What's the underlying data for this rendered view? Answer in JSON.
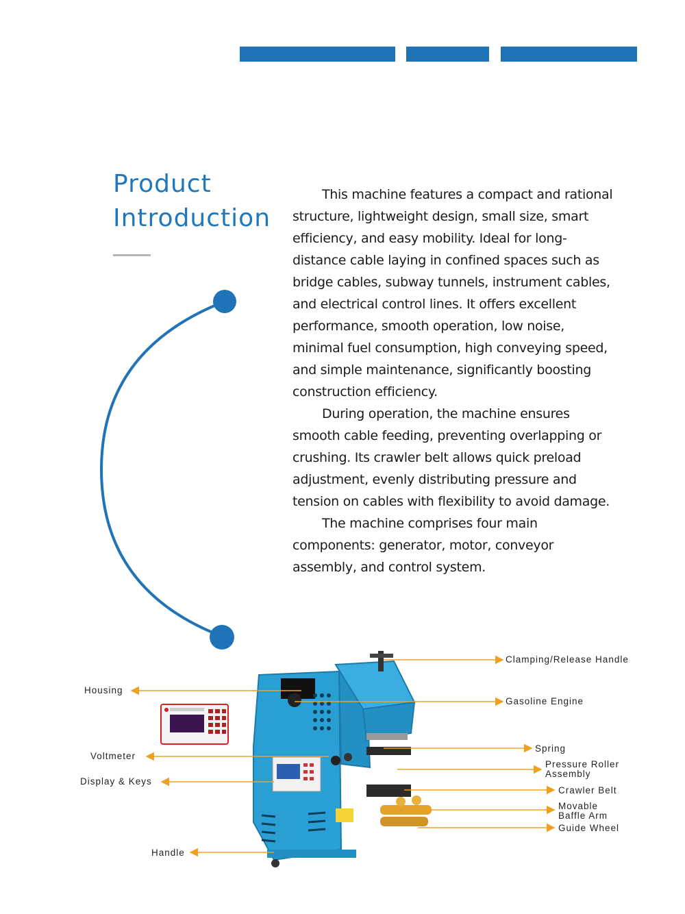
{
  "header": {
    "bar_color": "#1f73b6"
  },
  "title": {
    "line1": "Product",
    "line2": "Introduction",
    "color": "#2277bb"
  },
  "paragraphs": [
    "This machine features a compact and rational structure, lightweight design, small size, smart efficiency, and easy mobility. Ideal for long-distance cable laying in confined spaces such as bridge cables, subway tunnels, instrument cables, and electrical control lines. It offers excellent performance, smooth operation, low noise, minimal fuel consumption, high conveying speed, and simple maintenance, significantly boosting construction efficiency.",
    "During operation, the machine ensures smooth cable feeding, preventing overlapping or crushing. Its crawler belt allows quick preload adjustment, evenly distributing pressure and tension on cables with flexibility to avoid damage.",
    "The machine comprises four main components: generator, motor, conveyor assembly, and control system."
  ],
  "callouts": {
    "left": {
      "housing": "Housing",
      "voltmeter": "Voltmeter",
      "display_keys": "Display & Keys",
      "handle": "Handle"
    },
    "right": {
      "clamping_release_handle": "Clamping/Release Handle",
      "gasoline_engine": "Gasoline Engine",
      "spring": "Spring",
      "pressure_roller_assembly": "Pressure Roller Assembly",
      "crawler_belt": "Crawler Belt",
      "movable_baffle_arm": "Movable Baffle Arm",
      "guide_wheel": "Guide Wheel"
    },
    "line_color": "#f0a020"
  },
  "machine": {
    "body_color": "#2a9fd4"
  }
}
